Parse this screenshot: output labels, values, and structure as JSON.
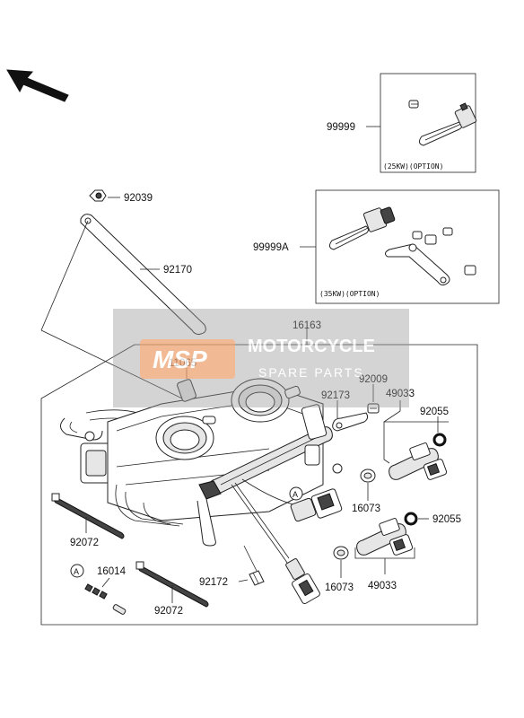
{
  "labels": {
    "p99999": "99999",
    "opt25": "(25KW)(OPTION)",
    "p92039": "92039",
    "p92170": "92170",
    "p99999A": "99999A",
    "opt35": "(35KW)(OPTION)",
    "p16163": "16163",
    "p11065": "11065",
    "p92009": "92009",
    "p92173": "92173",
    "p49033_top": "49033",
    "p92055_top": "92055",
    "refA_center": "A",
    "p16073_top": "16073",
    "p92055_bottom": "92055",
    "p92072_left": "92072",
    "refA_left": "A",
    "p16014": "16014",
    "p92172": "92172",
    "p16073_bottom": "16073",
    "p49033_bottom": "49033",
    "p92072_bottom": "92072"
  },
  "watermark": {
    "logo_text": "MSP",
    "title": "MOTORCYCLE",
    "subtitle": "SPARE PARTS"
  },
  "colors": {
    "line": "#222222",
    "watermark_logo": "#f5a26a",
    "watermark_band": "#9a9a9a"
  },
  "icons": {
    "direction": "front-direction-arrow"
  }
}
